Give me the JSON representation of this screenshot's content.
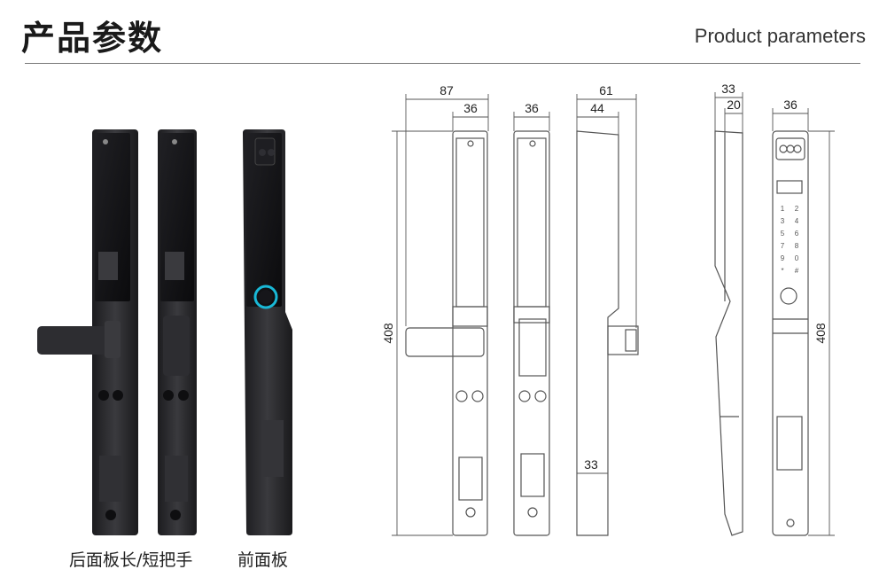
{
  "header": {
    "title_cn": "产品参数",
    "title_en": "Product parameters"
  },
  "captions": {
    "rear_panel": "后面板长/短把手",
    "front_panel": "前面板"
  },
  "dimensions": {
    "total_width": "87",
    "rear_width_a": "36",
    "rear_width_b": "36",
    "side_depth_total": "61",
    "side_depth_body": "44",
    "side_lower": "33",
    "front_depth_total": "33",
    "front_depth_body": "20",
    "front_width": "36",
    "height_left": "408",
    "height_right": "408"
  },
  "keypad": {
    "keys": [
      "1",
      "2",
      "3",
      "4",
      "5",
      "6",
      "7",
      "8",
      "9",
      "0",
      "*",
      "#"
    ]
  },
  "colors": {
    "lock_dark": "#2b2b2e",
    "lock_glass": "#121214",
    "line": "#555555",
    "accent_ring": "#19b8d6"
  }
}
